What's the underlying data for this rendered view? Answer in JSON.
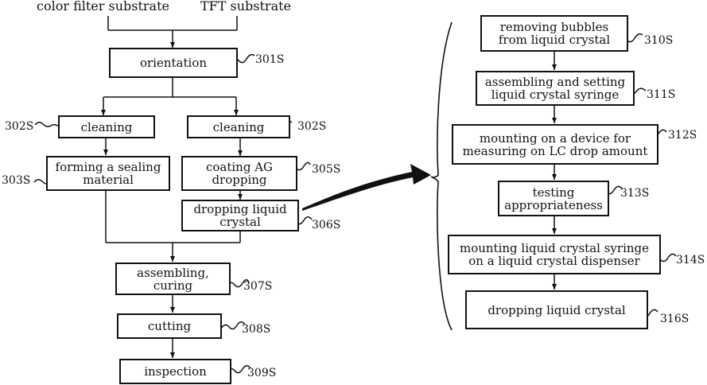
{
  "sources": {
    "color_filter": "color filter substrate",
    "tft": "TFT substrate"
  },
  "left_flow": {
    "orientation": {
      "text": "orientation",
      "ref": "301S"
    },
    "cleaning_left": {
      "text": "cleaning",
      "ref": "302S"
    },
    "cleaning_right": {
      "text": "cleaning",
      "ref": "302S"
    },
    "sealing": {
      "text": "forming a sealing material",
      "ref": "303S"
    },
    "coating": {
      "text": "coating AG dropping",
      "ref": "305S"
    },
    "dropping": {
      "text": "dropping liquid crystal",
      "ref": "306S"
    },
    "assembling": {
      "text": "assembling, curing",
      "ref": "307S"
    },
    "cutting": {
      "text": "cutting",
      "ref": "308S"
    },
    "inspection": {
      "text": "inspection",
      "ref": "309S"
    }
  },
  "right_flow": {
    "bubbles": {
      "text": "removing bubbles from liquid crystal",
      "ref": "310S"
    },
    "syringe": {
      "text": "assembling and setting liquid crystal syringe",
      "ref": "311S"
    },
    "device": {
      "text": "mounting on a device for measuring on LC drop amount",
      "ref": "312S"
    },
    "testing": {
      "text": "testing appropriateness",
      "ref": "313S"
    },
    "dispenser": {
      "text": "mounting liquid crystal syringe on a liquid crystal dispenser",
      "ref": "314S"
    },
    "drop_final": {
      "text": "dropping liquid crystal",
      "ref": "316S"
    }
  }
}
